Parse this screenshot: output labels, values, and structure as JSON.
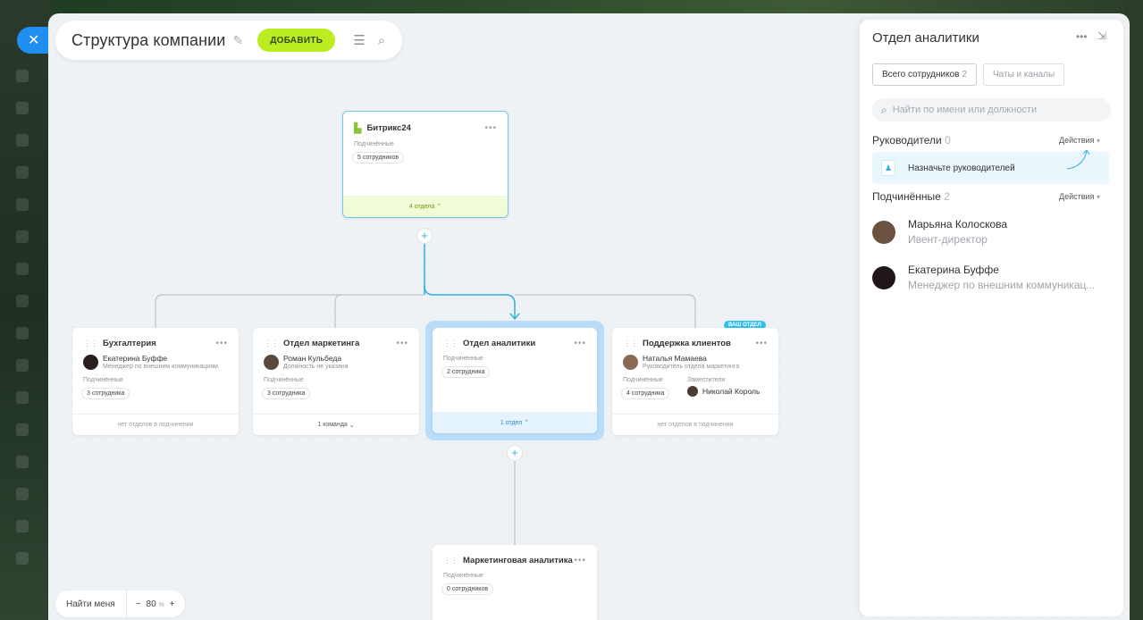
{
  "header": {
    "title": "Структура компании",
    "add_label": "ДОБАВИТЬ"
  },
  "root": {
    "title": "Битрикс24",
    "sub_label": "Подчинённые",
    "count": "5 сотрудников",
    "footer": "4 отдела"
  },
  "departments": [
    {
      "title": "Бухгалтерия",
      "person": {
        "name": "Екатерина Буффе",
        "role": "Менеджер по внешним коммуникациям"
      },
      "sub_label": "Подчинённые",
      "count": "3 сотрудника",
      "footer": "нет отделов в подчинении"
    },
    {
      "title": "Отдел маркетинга",
      "person": {
        "name": "Роман Кульбеда",
        "role": "Должность не указана"
      },
      "sub_label": "Подчинённые",
      "count": "3 сотрудника",
      "footer": "1 команда"
    },
    {
      "title": "Отдел аналитики",
      "sub_label": "Подчинённые",
      "count": "2 сотрудника",
      "footer": "1 отдел"
    },
    {
      "title": "Поддержка клиентов",
      "badge": "ВАШ ОТДЕЛ",
      "person": {
        "name": "Наталья Мамаева",
        "role": "Руководитель отдела маркетинга"
      },
      "sub_label": "Подчинённые",
      "count": "4 сотрудника",
      "deputy_label": "Заместители",
      "deputy_name": "Николай Король",
      "footer": "нет отделов в подчинении"
    }
  ],
  "child": {
    "title": "Маркетинговая аналитика",
    "sub_label": "Подчинённые",
    "count": "0 сотрудников"
  },
  "zoom": {
    "find_label": "Найти меня",
    "minus": "−",
    "value": "80",
    "unit": "%",
    "plus": "+"
  },
  "panel": {
    "title": "Отдел аналитики",
    "tabs": [
      {
        "label": "Всего сотрудников",
        "count": "2"
      },
      {
        "label": "Чаты и каналы",
        "count": ""
      }
    ],
    "search_placeholder": "Найти по имени или должности",
    "heads_label": "Руководители",
    "heads_count": "0",
    "actions_label": "Действия",
    "assign_label": "Назначьте руководителей",
    "subs_label": "Подчинённые",
    "subs_count": "2",
    "employees": [
      {
        "name": "Марьяна Колоскова",
        "role": "Ивент-директор"
      },
      {
        "name": "Екатерина Буффе",
        "role": "Менеджер по внешним коммуникац..."
      }
    ]
  },
  "colors": {
    "accent_green": "#bbed21",
    "accent_blue": "#2fb0e0",
    "selected_bg": "#b9dcf8"
  }
}
